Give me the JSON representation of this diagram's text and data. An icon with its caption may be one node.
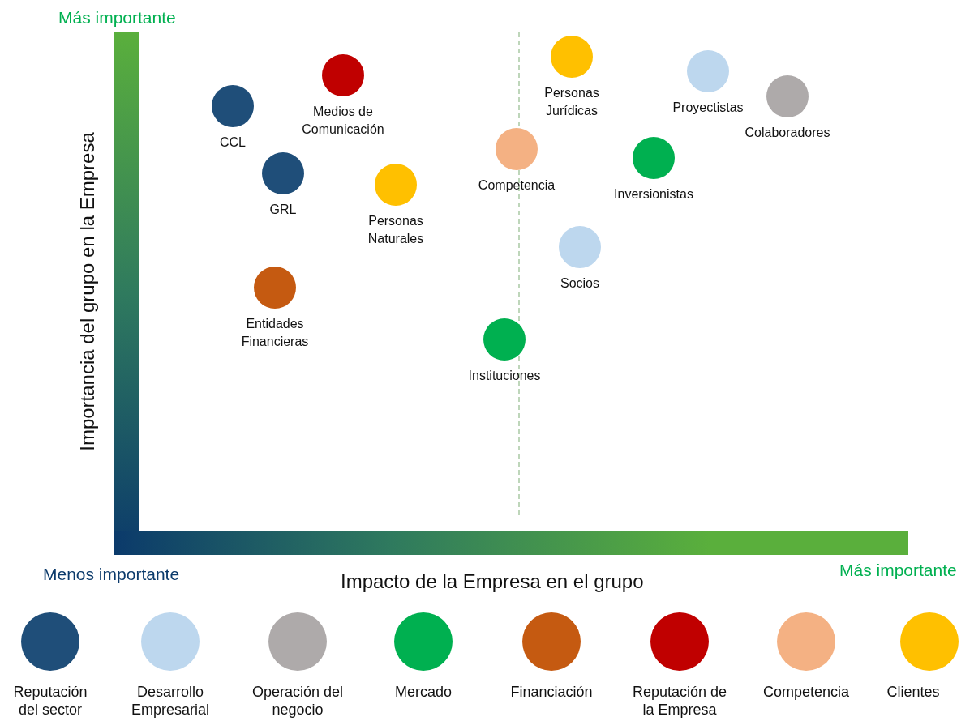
{
  "diagram": {
    "nodes": [
      {
        "text": [],
        "shape": "circle",
        "beside": [
          "Personas Jurídicas"
        ]
      },
      {
        "text": [],
        "shape": "circle",
        "beside": [
          "Medios de Comunicación"
        ]
      },
      {
        "text": [],
        "shape": "circle",
        "beside": [
          "Proyectistas"
        ]
      },
      {
        "text": [],
        "shape": "circle",
        "beside": [
          "Colaboradores"
        ]
      },
      {
        "text": [],
        "shape": "circle",
        "beside": [
          "CCL"
        ]
      },
      {
        "text": [],
        "shape": "circle",
        "beside": [
          "Competencia"
        ]
      },
      {
        "text": [],
        "shape": "circle",
        "beside": [
          "Inversionistas"
        ]
      },
      {
        "text": [],
        "shape": "circle",
        "beside": [
          "GRL"
        ]
      },
      {
        "text": [],
        "shape": "circle",
        "beside": [
          "Personas Naturales"
        ]
      },
      {
        "text": [],
        "shape": "circle",
        "beside": [
          "Socios"
        ]
      },
      {
        "text": [],
        "shape": "circle",
        "beside": [
          "Entidades Financieras"
        ]
      },
      {
        "text": [],
        "shape": "circle",
        "beside": [
          "Instituciones"
        ]
      }
    ],
    "labels": [
      "Más importante",
      "Importancia del grupo en la Empresa",
      "Menos importante",
      "Impacto de la Empresa en el grupo",
      "Más importante"
    ],
    "legend": [
      {
        "text": "Reputación del sector",
        "color": "#1f4e79"
      },
      {
        "text": "Desarrollo Empresarial",
        "color": "#bdd7ee"
      },
      {
        "text": "Operación del negocio",
        "color": "#aeaaaa"
      },
      {
        "text": "Mercado",
        "color": "#00b050"
      },
      {
        "text": "Financiación",
        "color": "#c55a11"
      },
      {
        "text": "Reputación de la Empresa",
        "color": "#c00000"
      },
      {
        "text": "Competencia",
        "color": "#f4b183"
      },
      {
        "text": "Clientes",
        "color": "#ffc000"
      }
    ]
  }
}
